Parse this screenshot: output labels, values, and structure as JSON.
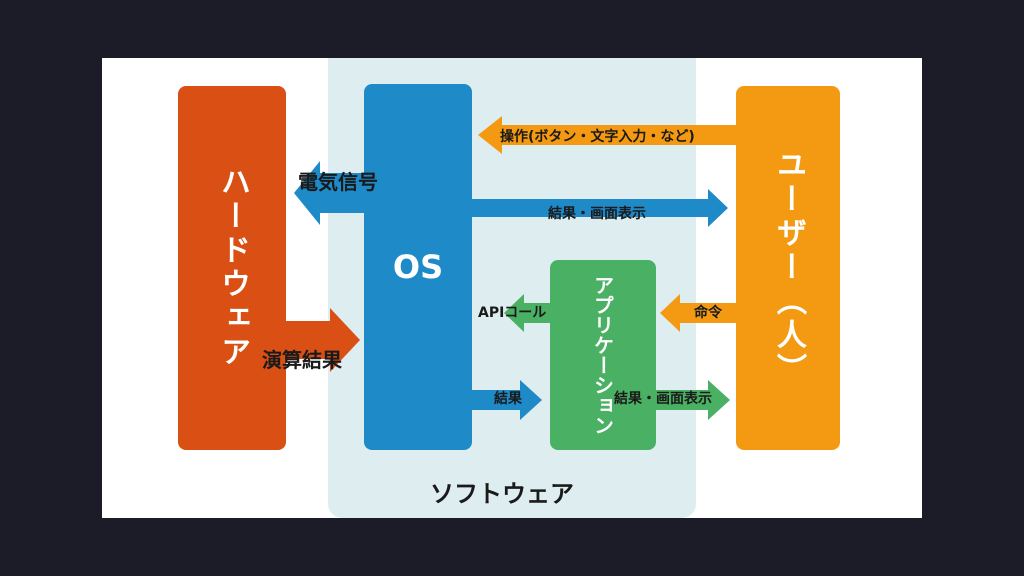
{
  "colors": {
    "hardware": "#d94f14",
    "os": "#1e8ac8",
    "app": "#4ab063",
    "user": "#f39a12",
    "software_bg": "#deeef0"
  },
  "blocks": {
    "hardware": "ハードウェア",
    "os": "OS",
    "app": "アプリケーション",
    "user": "ユーザー（人）",
    "software": "ソフトウェア"
  },
  "arrows": {
    "operation": "操作(ボタン・文字入力・など)",
    "electric_signal": "電気信号",
    "result_display_os": "結果・画面表示",
    "compute_result": "演算結果",
    "api_call": "APIコール",
    "command": "命令",
    "result": "結果",
    "result_display_app": "結果・画面表示"
  }
}
